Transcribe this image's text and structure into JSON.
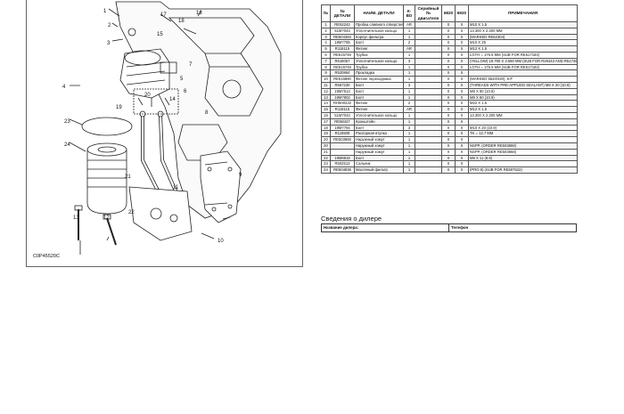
{
  "diagram": {
    "code": "C0P45520C",
    "callouts": [
      "1",
      "2",
      "3",
      "4",
      "5",
      "6",
      "7",
      "8",
      "9",
      "10",
      "11",
      "12",
      "13",
      "14",
      "15",
      "16",
      "17",
      "18",
      "19",
      "20",
      "21",
      "22",
      "23",
      "24"
    ]
  },
  "table": {
    "headers": [
      "№",
      "№ ДЕТАЛИ",
      "НАИМ. ДЕТАЛИ",
      "К-ВО",
      "Серийный № двигателя",
      "6820",
      "6920",
      "ПРИМЕЧАНИЯ"
    ],
    "rows": [
      [
        "1",
        "RE52242",
        "Пробка сливного отверстия",
        "AR",
        "",
        "X",
        "X",
        "M10 X 1.5"
      ],
      [
        "2",
        "51M7043",
        "Уплотнительное кольцо",
        "1",
        "",
        "X",
        "X",
        "13.300 X 2.300 MM"
      ],
      [
        "3",
        "RE504383",
        "Корпус фильтра",
        "1",
        "",
        "X",
        "X",
        "(MARKED RE62304)"
      ],
      [
        "4",
        "19M7785",
        "Болт",
        "2",
        "",
        "X",
        "X",
        "M10 X 25"
      ],
      [
        "5",
        "R118115",
        "Фитинг",
        "AR",
        "",
        "X",
        "X",
        "M12 X 1.5"
      ],
      [
        "6",
        "RE515748",
        "Трубка",
        "1",
        "",
        "X",
        "X",
        "LGTH = 175.5 MM (SUB FOR RE517183)"
      ],
      [
        "7",
        "R518057",
        "Уплотнительное кольцо",
        "3",
        "",
        "X",
        "X",
        "(YELLOW) 19.790 X 3.590 MM (SUB FOR R26443 AND R517466)"
      ],
      [
        "8",
        "RE515749",
        "Трубка",
        "1",
        "",
        "X",
        "X",
        "LGTH = 175.5 MM (SUB FOR RE517182)"
      ],
      [
        "9",
        "R520864",
        "Прокладка",
        "1",
        "",
        "X",
        "X",
        ""
      ],
      [
        "10",
        "RE516880",
        "Фитинг переходника",
        "1",
        "",
        "X",
        "X",
        "(MARKED 6520/430), KIT"
      ],
      [
        "11",
        "R567230",
        "Болт",
        "3",
        "",
        "X",
        "X",
        "(THREADS WITH PRE-APPLIED SEALANT) M8 X 20 (10.9)"
      ],
      [
        "12",
        "19M7513",
        "Болт",
        "1",
        "",
        "X",
        "X",
        "M8 X 90 (10.9)"
      ],
      [
        "13",
        "19M7802",
        "Болт",
        "1",
        "",
        "X",
        "X",
        "M8 X 60 (10.9)"
      ],
      [
        "14",
        "RH500232",
        "Фитинг",
        "2",
        "",
        "X",
        "X",
        "M22 X 1.5"
      ],
      [
        "15",
        "R118115",
        "Фитинг",
        "AR",
        "",
        "X",
        "X",
        "M12 X 1.5"
      ],
      [
        "16",
        "51M7043",
        "Уплотнительное кольцо",
        "1",
        "",
        "X",
        "X",
        "13.300 X 2.300 MM"
      ],
      [
        "17",
        "RE58427",
        "Кронштейн",
        "1",
        "",
        "X",
        "X",
        ""
      ],
      [
        "18",
        "19M7784",
        "Болт",
        "3",
        "",
        "X",
        "X",
        "M10 X 20 (10.9)"
      ],
      [
        "19",
        "R116508",
        "Распорная втулка",
        "1",
        "",
        "X",
        "X",
        "TK = 12.7 MM"
      ],
      [
        "20",
        "RE503868",
        "Наружный хомут",
        "1",
        "",
        "X",
        "X",
        ""
      ],
      [
        "20",
        "",
        "Наружный хомут",
        "1",
        "",
        "X",
        "X",
        "NSPP, (ORDER RE503868)"
      ],
      [
        "21",
        "",
        "Наружный хомут",
        "1",
        "",
        "X",
        "X",
        "NSPP, (ORDER RE503868)"
      ],
      [
        "22",
        "19M8818",
        "Болт",
        "1",
        "",
        "X",
        "X",
        "M8 X 11 (8.8)"
      ],
      [
        "23",
        "R502513",
        "Сальник",
        "1",
        "",
        "X",
        "X",
        ""
      ],
      [
        "24",
        "RE504836",
        "Масляный фильтр",
        "1",
        "",
        "X",
        "X",
        "(PRO 8) (SUB FOR RE507522)"
      ]
    ]
  },
  "dealer": {
    "title": "Сведения о дилере",
    "name_label": "Название дилера:",
    "phone_label": "Телефон"
  }
}
